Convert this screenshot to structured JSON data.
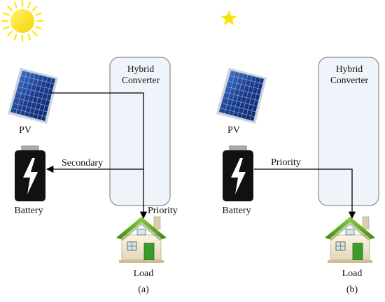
{
  "panel_a": {
    "converter_line1": "Hybrid",
    "converter_line2": "Converter",
    "pv_label": "PV",
    "battery_label": "Battery",
    "load_label": "Load",
    "battery_flow_label": "Secondary",
    "load_flow_label": "Priority",
    "caption": "(a)",
    "sky_icon": "sun-icon"
  },
  "panel_b": {
    "converter_line1": "Hybrid",
    "converter_line2": "Converter",
    "pv_label": "PV",
    "battery_label": "Battery",
    "load_label": "Load",
    "battery_flow_label": "Priority",
    "caption": "(b)",
    "sky_icon": "moon-star-icon"
  },
  "colors": {
    "converter_fill": "#eef4fa",
    "converter_stroke": "#7f7f7f",
    "sun": "#ffe81a",
    "moon": "#f5e40a",
    "panel_blue": "#1a3b8c",
    "battery_body": "#111111",
    "roof_green": "#5fae1c",
    "house_wall": "#f3ecd6",
    "arrow": "#000000"
  }
}
